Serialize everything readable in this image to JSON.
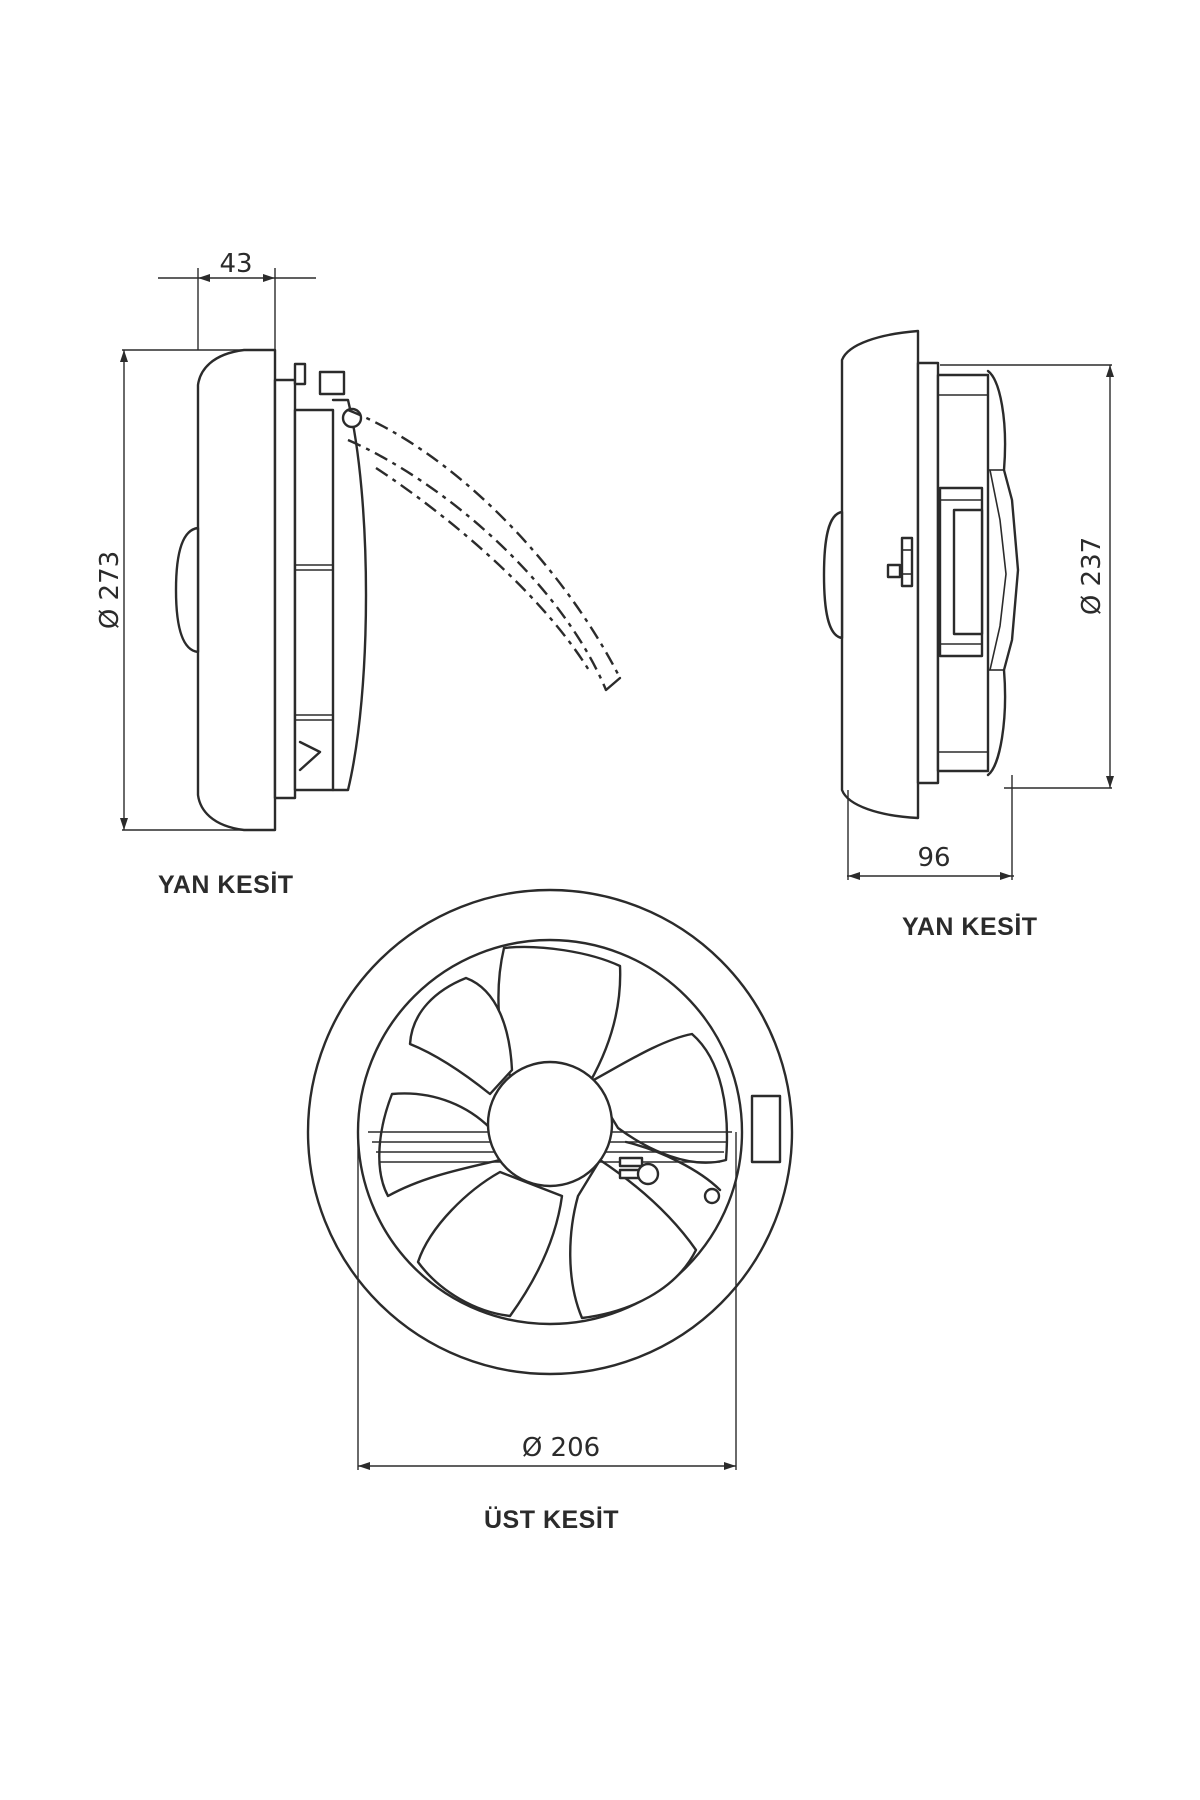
{
  "captions": {
    "side_left": "YAN KESİT",
    "side_right": "YAN KESİT",
    "top": "ÜST KESİT"
  },
  "dimensions": {
    "depth_left": "43",
    "diameter_left": "Ø 273",
    "depth_right": "96",
    "diameter_right": "Ø 237",
    "diameter_top": "Ø 206"
  },
  "colors": {
    "line": "#2b2b2b",
    "background": "#ffffff"
  }
}
